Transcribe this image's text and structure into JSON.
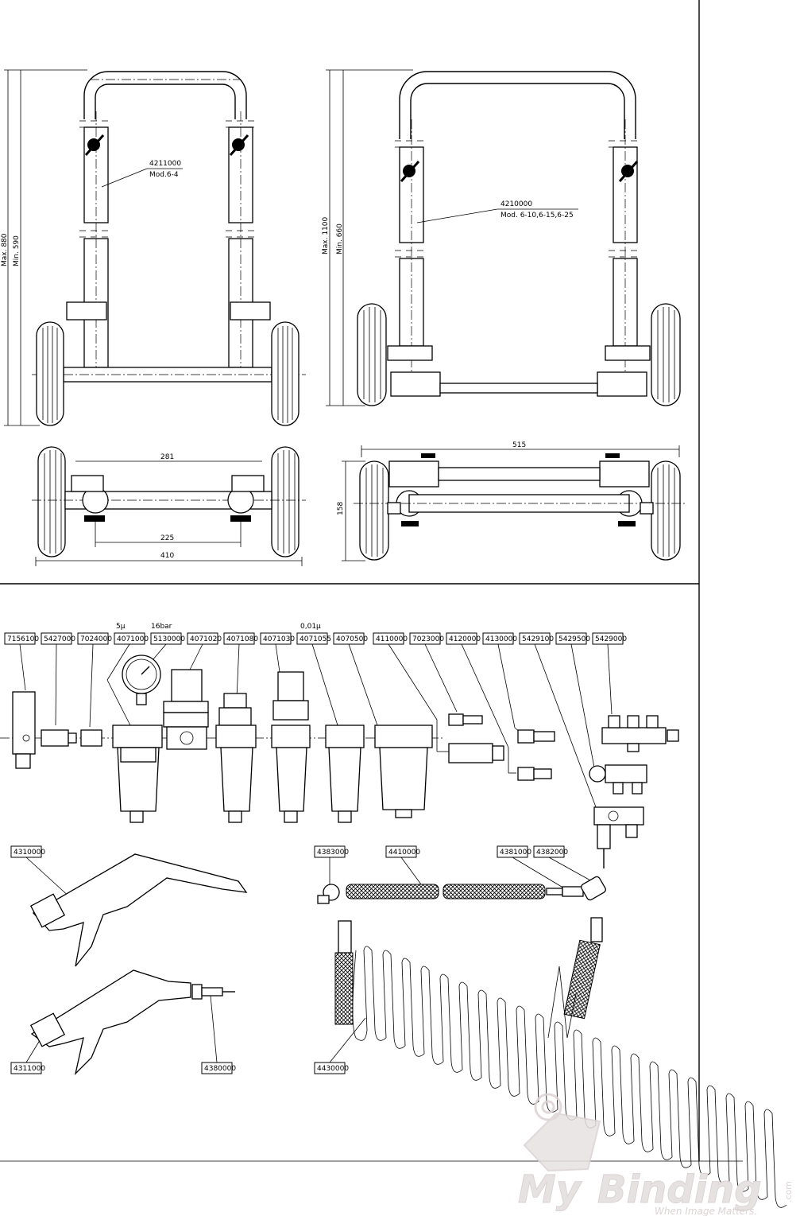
{
  "frames": {
    "frame_a": {
      "part_number": "4211000",
      "model": "Mod.6-4",
      "max_label": "Max. 880",
      "min_label": "Min. 590"
    },
    "frame_b": {
      "part_number": "4210000",
      "model": "Mod. 6-10,6-15,6-25",
      "max_label": "Max. 1100",
      "min_label": "Min. 660"
    },
    "base_a": {
      "dim_top": "281",
      "dim_mid": "225",
      "dim_bottom": "410"
    },
    "base_b": {
      "dim_width": "515",
      "dim_height": "158"
    }
  },
  "notes": {
    "filter_5": "5µ",
    "gauge_16bar": "16bar",
    "filter_001": "0,01µ"
  },
  "parts": {
    "p7156100": "7156100",
    "p5427000": "5427000",
    "p7024000": "7024000",
    "p4071000": "4071000",
    "p5130000": "5130000",
    "p4071020": "4071020",
    "p4071080": "4071080",
    "p4071030": "4071030",
    "p4071055": "4071055",
    "p4070500": "4070500",
    "p4110000": "4110000",
    "p7023000": "7023000",
    "p4120000": "4120000",
    "p4130000": "4130000",
    "p5429100": "5429100",
    "p5429500": "5429500",
    "p5429000": "5429000",
    "p4310000": "4310000",
    "p4311000": "4311000",
    "p4380000": "4380000",
    "p4383000": "4383000",
    "p4410000": "4410000",
    "p4381000": "4381000",
    "p4382000": "4382000",
    "p4430000": "4430000"
  },
  "brand": {
    "name_my": "My",
    "name_binding": "Binding",
    "domain": ".com",
    "tagline": "When Image Matters."
  },
  "colors": {
    "line": "#000000",
    "logo_light": "#e7e2e2",
    "logo_dark": "#dcd3d3"
  }
}
